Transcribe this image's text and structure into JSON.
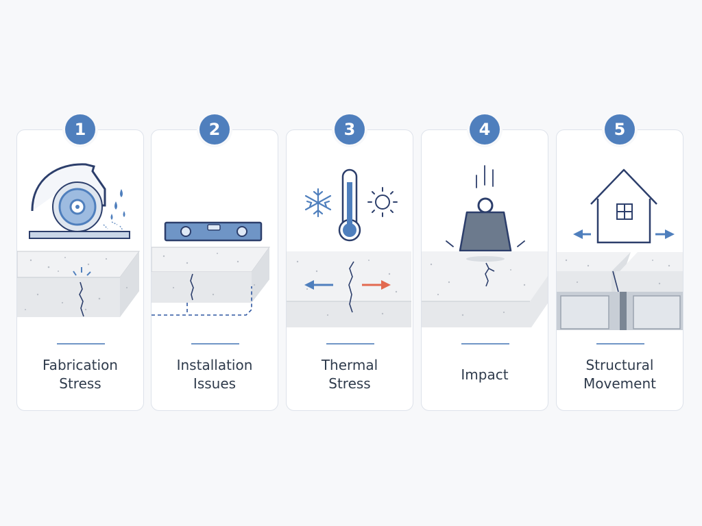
{
  "steps": [
    {
      "number": "1",
      "line1": "Fabrication",
      "line2": "Stress",
      "icon": "circular-saw-icon"
    },
    {
      "number": "2",
      "line1": "Installation",
      "line2": "Issues",
      "icon": "spirit-level-icon"
    },
    {
      "number": "3",
      "line1": "Thermal",
      "line2": "Stress",
      "icon": "thermometer-icon"
    },
    {
      "number": "4",
      "line1": "Impact",
      "line2": "",
      "icon": "weight-icon"
    },
    {
      "number": "5",
      "line1": "Structural",
      "line2": "Movement",
      "icon": "house-icon"
    }
  ],
  "colors": {
    "accent": "#4f7fbd",
    "warm_arrow": "#e2694f",
    "outline": "#2c3e6b",
    "slab": "#ebedf0"
  }
}
